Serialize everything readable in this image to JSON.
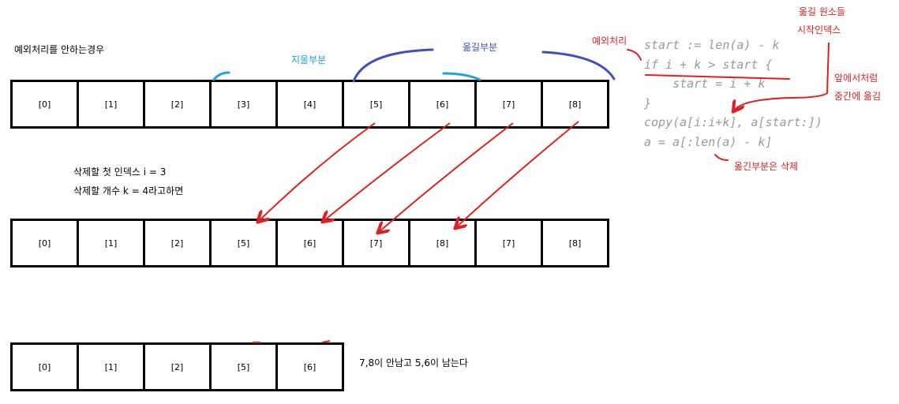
{
  "title": "예외처리를 안하는경우",
  "labels": {
    "delete_part": "지울부분",
    "move_part": "옮길부분",
    "exception": "예외처리",
    "move_start_line1": "옮길 원소들",
    "move_start_line2": "시작인덱스",
    "front_to_middle_line1": "앞에서처럼",
    "front_to_middle_line2": "중간에 옮김",
    "delete_moved": "옮긴부분은 삭제",
    "first_index": "삭제할 첫 인덱스 i = 3",
    "delete_count": "삭제할 개수 k = 4라고하면",
    "result": "7,8이 안남고 5,6이 남는다"
  },
  "code": [
    "start := len(a) - k",
    "if i + k > start {",
    "    start = i + k",
    "}",
    "copy(a[i:i+k], a[start:])",
    "a = a[:len(a) - k]"
  ],
  "rows": [
    [
      "[0]",
      "[1]",
      "[2]",
      "[3]",
      "[4]",
      "[5]",
      "[6]",
      "[7]",
      "[8]"
    ],
    [
      "[0]",
      "[1]",
      "[2]",
      "[5]",
      "[6]",
      "[7]",
      "[8]",
      "[7]",
      "[8]"
    ],
    [
      "[0]",
      "[1]",
      "[2]",
      "[5]",
      "[6]"
    ]
  ],
  "colors": {
    "annotation_red": "#e02020",
    "delete_blue": "#1aa3e0",
    "move_blue": "#3f4fc2",
    "code_gray": "#9a9a9a"
  }
}
